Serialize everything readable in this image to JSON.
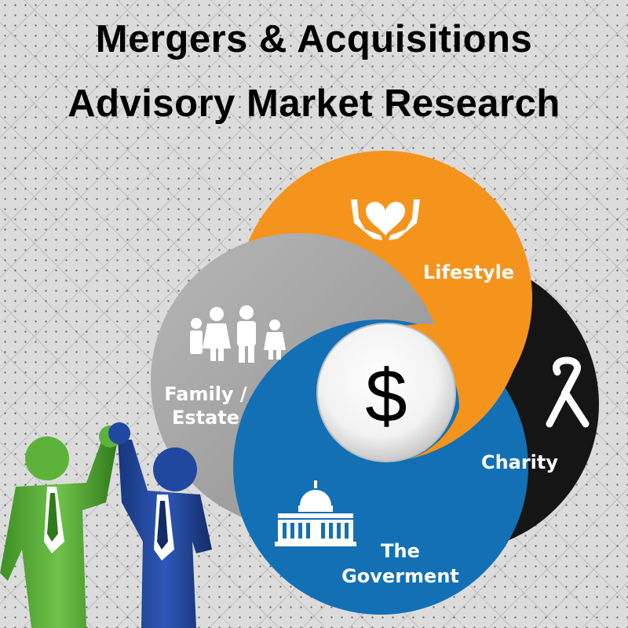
{
  "title": {
    "line1": "Mergers & Acquisitions",
    "line2": "Advisory Market Research"
  },
  "center": {
    "symbol": "$",
    "icon": "dollar-icon"
  },
  "segments": [
    {
      "label": "Lifestyle",
      "icon": "heart-hands-icon",
      "color": "#f5941d"
    },
    {
      "label": "Charity",
      "icon": "ribbon-icon",
      "color": "#151515"
    },
    {
      "label_line1": "The",
      "label_line2": "Goverment",
      "icon": "capitol-building-icon",
      "color": "#1370b5"
    },
    {
      "label_line1": "Family /",
      "label_line2": "Estate",
      "icon": "family-icon",
      "color": "#9b9b9b"
    }
  ],
  "figures": [
    {
      "name": "green-businessman",
      "color": "#4ea32f"
    },
    {
      "name": "blue-businessman",
      "color": "#1d3f8f"
    }
  ]
}
